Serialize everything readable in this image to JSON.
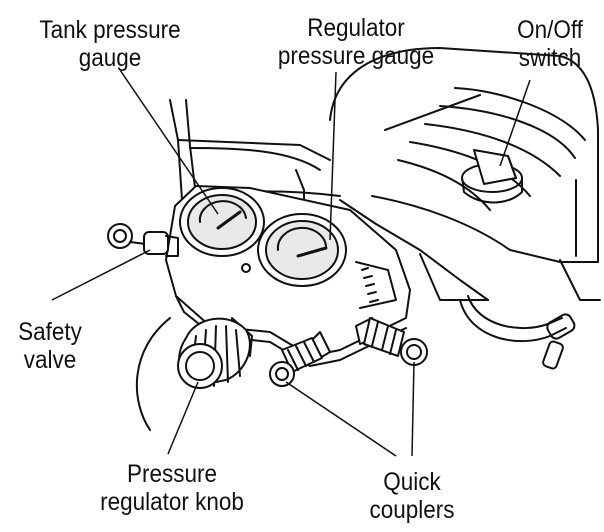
{
  "labels": {
    "tank_gauge": [
      "Tank pressure",
      "gauge"
    ],
    "regulator_gauge": [
      "Regulator",
      "pressure gauge"
    ],
    "switch": [
      "On/Off",
      "switch"
    ],
    "safety_valve": [
      "Safety",
      "valve"
    ],
    "regulator_knob": [
      "Pressure",
      "regulator knob"
    ],
    "couplers": [
      "Quick",
      "couplers"
    ]
  },
  "colors": {
    "ink": "#111111",
    "face": "#e9e9e9",
    "background": "#ffffff"
  }
}
